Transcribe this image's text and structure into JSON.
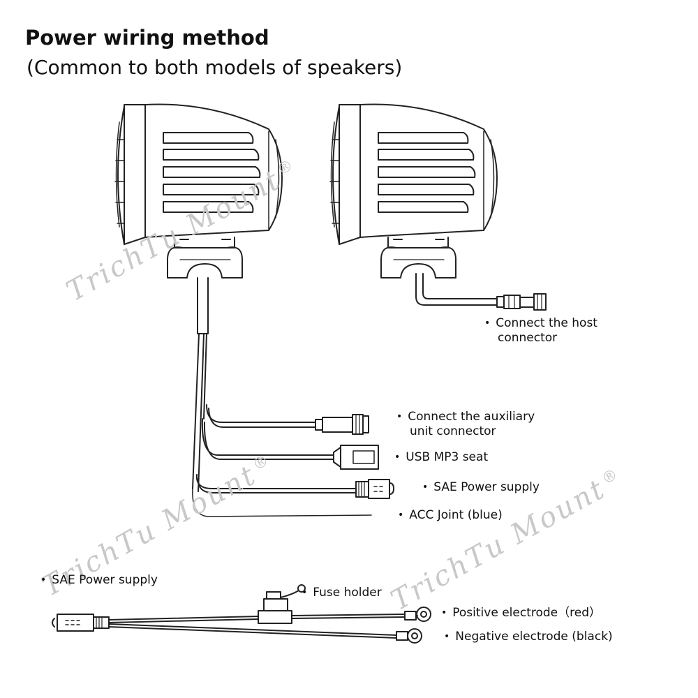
{
  "header": {
    "title": "Power wiring method",
    "subtitle": "(Common to both models of speakers)"
  },
  "labels": {
    "host_connector_line1": "Connect the host",
    "host_connector_line2": "connector",
    "aux_connector_line1": "Connect the auxiliary",
    "aux_connector_line2": "unit connector",
    "usb": "USB  MP3 seat",
    "sae_speaker": "SAE Power supply",
    "acc": "ACC Joint (blue)",
    "sae_cable": "SAE Power supply",
    "fuse": "Fuse holder",
    "positive": "Positive electrode（red）",
    "negative": "Negative electrode (black)",
    "bullet": "•"
  },
  "watermark": {
    "text": "TrichTu Mount",
    "mark": "®"
  },
  "colors": {
    "line": "#222222",
    "watermark": "#c8c8c8"
  }
}
